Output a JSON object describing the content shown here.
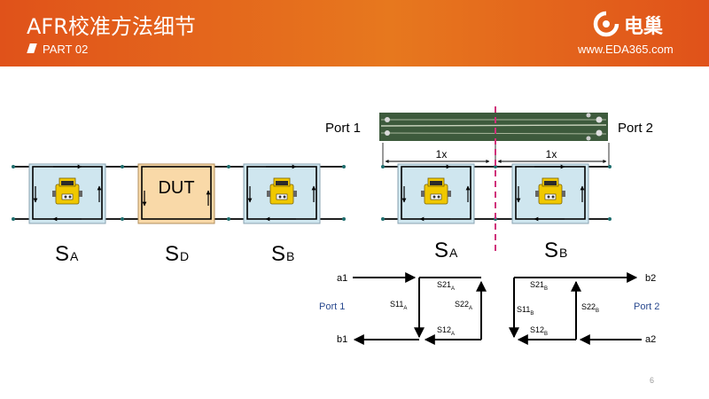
{
  "header": {
    "title": "AFR校准方法细节",
    "part": "PART 02",
    "logo_text": "电巢",
    "site": "www.EDA365.com"
  },
  "left_diagram": {
    "blocks": [
      {
        "main": "S",
        "sub": "A"
      },
      {
        "main": "S",
        "sub": "D",
        "label": "DUT"
      },
      {
        "main": "S",
        "sub": "B"
      }
    ]
  },
  "right_diagram": {
    "port1": "Port 1",
    "port2": "Port 2",
    "length1": "1x",
    "length2": "1x",
    "blocks": [
      {
        "main": "S",
        "sub": "A"
      },
      {
        "main": "S",
        "sub": "B"
      }
    ]
  },
  "flow_a": {
    "a1": "a1",
    "b1": "b1",
    "port": "Port 1",
    "s21": {
      "main": "S21",
      "sub": "A"
    },
    "s11": {
      "main": "S11",
      "sub": "A"
    },
    "s22": {
      "main": "S22",
      "sub": "A"
    },
    "s12": {
      "main": "S12",
      "sub": "A"
    }
  },
  "flow_b": {
    "a2": "a2",
    "b2": "b2",
    "port": "Port 2",
    "s21": {
      "main": "S21",
      "sub": "B"
    },
    "s11": {
      "main": "S11",
      "sub": "B"
    },
    "s22": {
      "main": "S22",
      "sub": "B"
    },
    "s12": {
      "main": "S12",
      "sub": "B"
    }
  },
  "page_number": "6",
  "colors": {
    "header_orange": "#e36a1c",
    "block_blue": "#cfe6ef",
    "dut_orange": "#f9d9a8",
    "calkit_yellow": "#f0c800",
    "divider_pink": "#d0307a",
    "port_label_blue": "#2a4a8f"
  }
}
